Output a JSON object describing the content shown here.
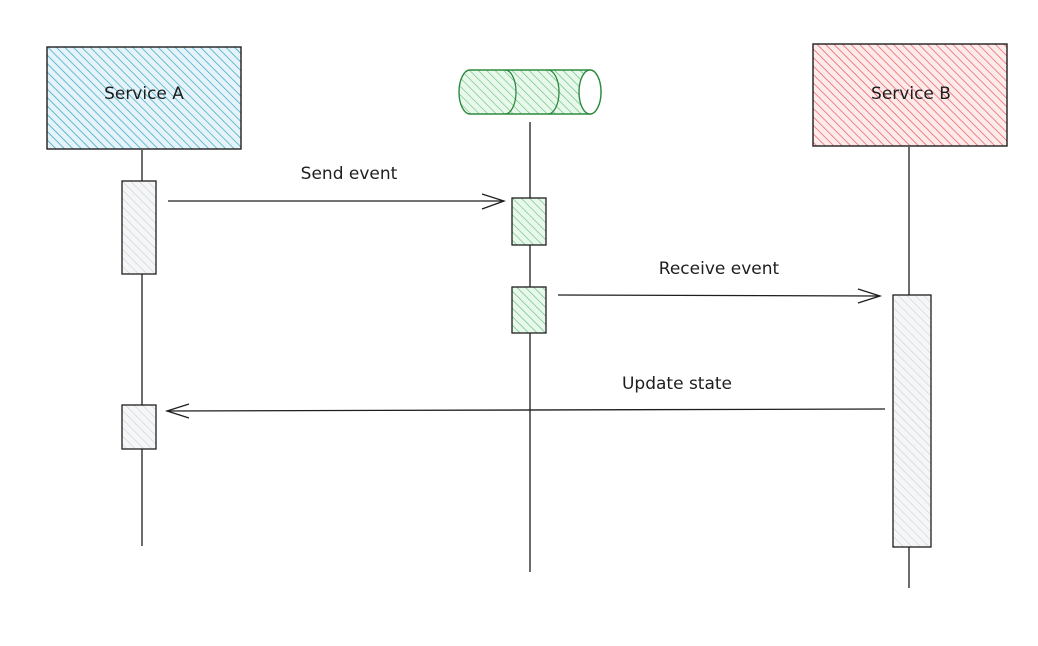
{
  "participants": {
    "service_a": {
      "label": "Service A",
      "color": "#2fa3c4"
    },
    "queue": {
      "label": "",
      "color": "#40c057"
    },
    "service_b": {
      "label": "Service B",
      "color": "#e03131"
    }
  },
  "messages": [
    {
      "label": "Send event",
      "from": "service_a",
      "to": "queue"
    },
    {
      "label": "Receive event",
      "from": "queue",
      "to": "service_b"
    },
    {
      "label": "Update state",
      "from": "service_b",
      "to": "service_a"
    }
  ],
  "colors": {
    "stroke": "#1e1e1e",
    "activation": "#ced4da",
    "queue_activation": "#b2f2bb"
  }
}
